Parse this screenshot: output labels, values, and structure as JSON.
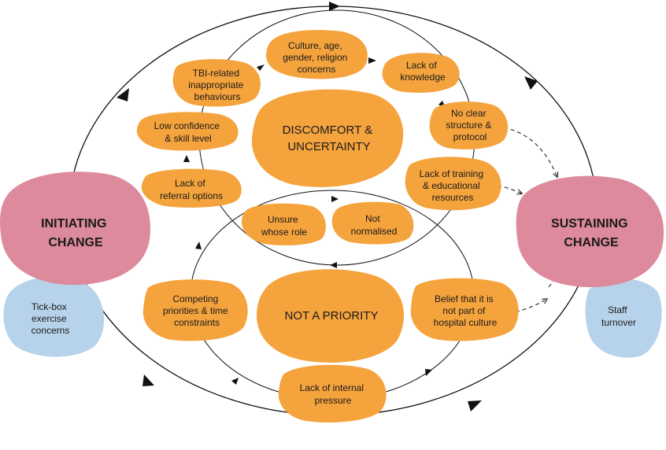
{
  "colors": {
    "orange": "#F5A33D",
    "pink": "#DD8A9C",
    "blue": "#B7D3EC",
    "line": "#111111"
  },
  "hubs": {
    "initiating": [
      "INITIATING",
      "CHANGE"
    ],
    "sustaining": [
      "SUSTAINING",
      "CHANGE"
    ]
  },
  "blue_nodes": {
    "tickbox": [
      "Tick-box",
      "exercise",
      "concerns"
    ],
    "staff": [
      "Staff",
      "turnover"
    ]
  },
  "themes": {
    "discomfort": [
      "DISCOMFORT &",
      "UNCERTAINTY"
    ],
    "priority": [
      "NOT A PRIORITY"
    ]
  },
  "upper_nodes": {
    "culture": [
      "Culture, age,",
      "gender, religion",
      "concerns"
    ],
    "knowledge": [
      "Lack of",
      "knowledge"
    ],
    "structure": [
      "No clear",
      "structure &",
      "protocol"
    ],
    "training": [
      "Lack of training",
      "& educational",
      "resources"
    ],
    "tbi": [
      "TBI-related",
      "inappropriate",
      "behaviours"
    ],
    "confidence": [
      "Low confidence",
      "& skill level"
    ],
    "referral": [
      "Lack of",
      "referral options"
    ]
  },
  "middle_nodes": {
    "unsure": [
      "Unsure",
      "whose role"
    ],
    "normalised": [
      "Not",
      "normalised"
    ]
  },
  "lower_nodes": {
    "competing": [
      "Competing",
      "priorities & time",
      "constraints"
    ],
    "belief": [
      "Belief that it is",
      "not part of",
      "hospital culture"
    ],
    "pressure": [
      "Lack of internal",
      "pressure"
    ]
  }
}
